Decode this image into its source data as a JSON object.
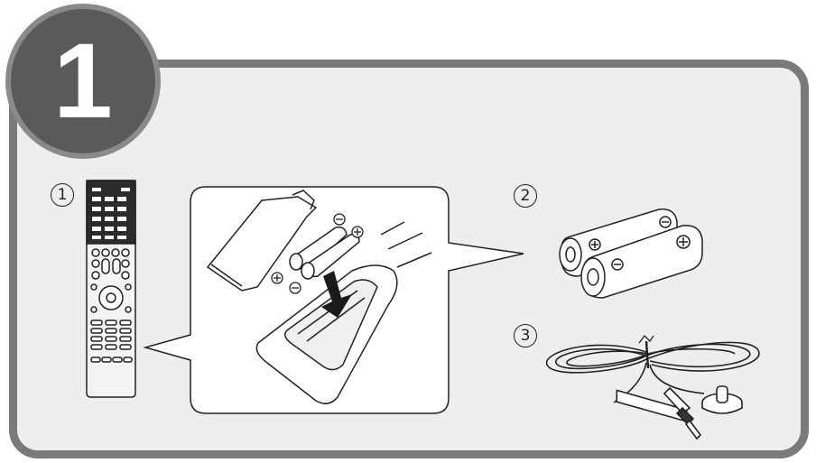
{
  "step": {
    "number": "1"
  },
  "items": [
    {
      "marker": "1",
      "icon": "remote-control-icon"
    },
    {
      "marker": "2",
      "icon": "aa-batteries-icon"
    },
    {
      "marker": "3",
      "icon": "fm-antenna-cable-icon"
    }
  ],
  "inset": {
    "icon": "battery-insertion-detail-icon"
  },
  "polarity": {
    "plus": "+",
    "minus": "−"
  },
  "colors": {
    "frame": "#7a7a7a",
    "panel": "#eeeeee",
    "badge": "#5a5a5a",
    "line": "#222222"
  }
}
